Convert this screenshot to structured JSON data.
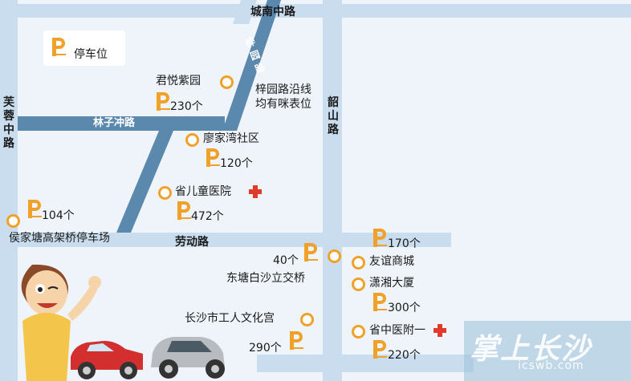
{
  "legend": {
    "label": "停车位"
  },
  "roads": {
    "chengnan": "城南中路",
    "ziyuan": "梓园路",
    "furong": "芙蓉中路",
    "linzichong": "林子冲路",
    "shaoshan": "韶山路",
    "laodong": "劳动路"
  },
  "pois": {
    "junyue": {
      "name": "君悦紫园",
      "spaces": "230个"
    },
    "liaojiawan": {
      "name": "廖家湾社区",
      "spaces": "120个"
    },
    "children_hospital": {
      "name": "省儿童医院",
      "spaces": "472个"
    },
    "houjiatang": {
      "name": "侯家塘高架桥停车场",
      "spaces": "104个"
    },
    "dongtang": {
      "name": "东塘白沙立交桥",
      "spaces": "40个"
    },
    "youyi": {
      "name": "友谊商城",
      "spaces": "170个"
    },
    "xiaoxiang": {
      "name": "潇湘大厦",
      "spaces": "300个"
    },
    "workers_palace": {
      "name": "长沙市工人文化宫",
      "spaces": "290个"
    },
    "hospital_one": {
      "name": "省中医附一",
      "spaces": "220个"
    }
  },
  "notes": {
    "ziyuan_note_1": "梓园路沿线",
    "ziyuan_note_2": "均有咪表位"
  },
  "watermark": {
    "brand": "掌上长沙",
    "url": "icswb.com"
  },
  "colors": {
    "background": "#eef4fa",
    "road_light": "#c9ddef",
    "road_dark": "#5b88ad",
    "parking_orange": "#f0a12a",
    "hospital_red": "#e03a2b"
  },
  "icons": [
    "parking-icon",
    "poi-dot-icon",
    "hospital-cross-icon",
    "car-icon",
    "cartoon-mascot"
  ]
}
